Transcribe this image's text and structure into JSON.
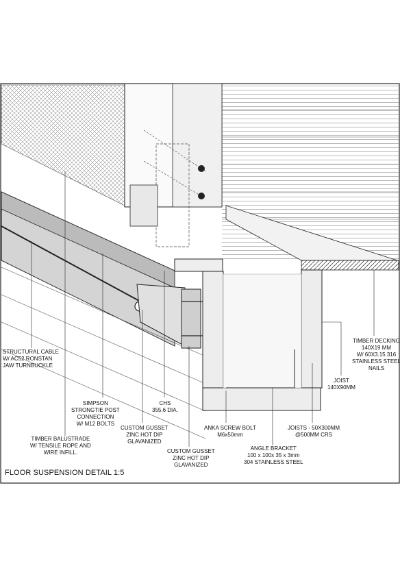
{
  "title": "FLOOR SUSPENSION DETAIL 1:5",
  "labels": {
    "structural_cable": "STRUCTURAL CABLE\nW/ AC52 RONSTAN\nJAW TURNBUCKLE",
    "timber_balustrade": "TIMBER BALUSTRADE\nW/ TENSILE ROPE AND\nWIRE INFILL.",
    "simpson_strongtie": "SIMPSON\nSTRONGTIE POST\nCONNECTION\nW/ M12 BOLTS",
    "custom_gusset_1": "CUSTOM GUSSET\nZINC HOT DIP\nGLAVANIZED",
    "chs": "CHS\n355.6 DIA.",
    "custom_gusset_2": "CUSTOM GUSSET\nZINC HOT DIP\nGLAVANIZED",
    "anka_screw_bolt": "ANKA SCREW BOLT\nM6x50mm",
    "angle_bracket": "ANGLE BRACKET\n100 x 100x 35 x 3mm\n304 STAINLESS STEEL",
    "joists": "JOISTS - 50X300MM\n@500MM CRS",
    "joist": "JOIST\n140X90MM",
    "timber_decking": "TIMBER DECKING\n140X19 MM\nW/ 60X3.15 316\nSTAINLESS STEEL\nNAILS"
  },
  "colors": {
    "line": "#222222",
    "concrete": "#e6e6e6",
    "panel": "#cccccc",
    "steel": "#bdbdbd"
  }
}
